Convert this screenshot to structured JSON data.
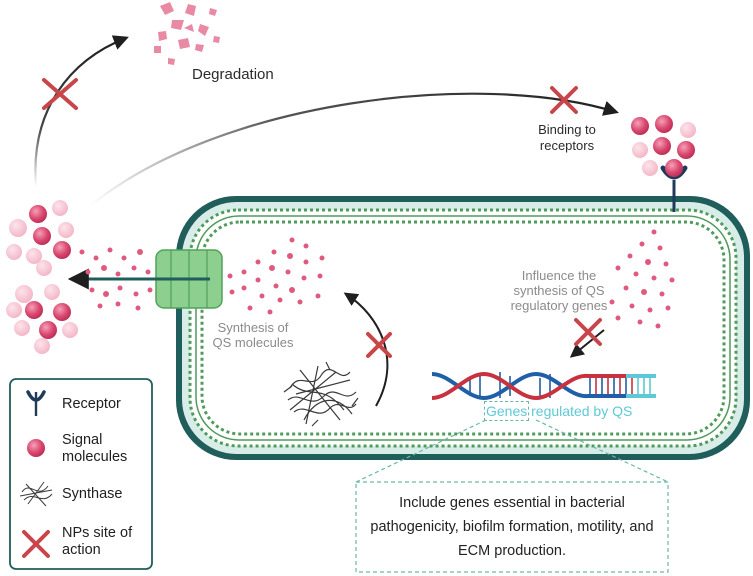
{
  "labels": {
    "degradation": "Degradation",
    "binding": "Binding to receptors",
    "synthesis": "Synthesis of QS molecules",
    "influence": "Influence the synthesis of QS regulatory genes",
    "genes_prefix": "Genes",
    "genes_suffix": " regulated by QS",
    "info": "Include genes essential in bacterial pathogenicity, biofilm formation, motility, and ECM production."
  },
  "legend": {
    "receptor": "Receptor",
    "signal": "Signal molecules",
    "synthase": "Synthase",
    "nps": "NPs site of action"
  },
  "colors": {
    "cell_wall": "#1f5e5a",
    "membrane_beads": "#4f9a5c",
    "signal": "#e05a7d",
    "signal_light": "#f3b3c4",
    "inhibit_cross": "#c8464a",
    "dna_red": "#c8323f",
    "dna_blue": "#1f5fa8",
    "genes_cyan": "#5ec9d6",
    "channel": "#5ab56a"
  }
}
